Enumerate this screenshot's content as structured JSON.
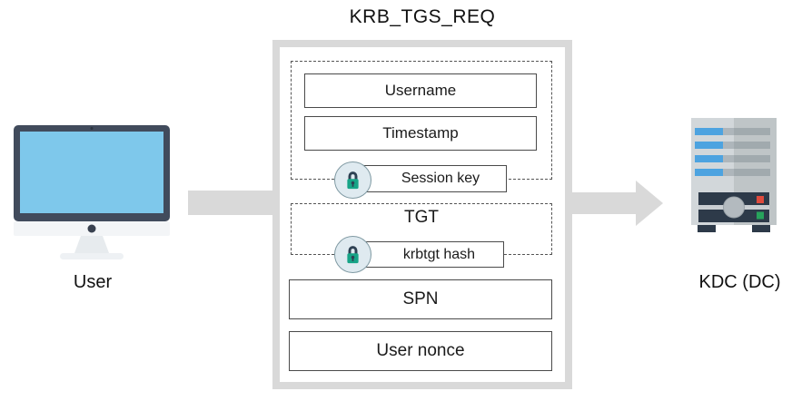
{
  "title": "KRB_TGS_REQ",
  "nodes": {
    "user": {
      "label": "User",
      "icon": "monitor-icon"
    },
    "kdc": {
      "label": "KDC (DC)",
      "icon": "server-icon"
    }
  },
  "message": {
    "encrypted_part_1": {
      "fields": {
        "username": "Username",
        "timestamp": "Timestamp"
      },
      "key": {
        "label": "Session key",
        "icon": "padlock-icon"
      }
    },
    "encrypted_part_2": {
      "label": "TGT",
      "key": {
        "label": "krbtgt hash",
        "icon": "padlock-icon"
      }
    },
    "plain_fields": {
      "spn": "SPN",
      "user_nonce": "User nonce"
    }
  },
  "colors": {
    "arrow": "#d9d9d9",
    "outer_box_border": "#d9d9d9",
    "inner_box_border": "#4a4a4a",
    "dashed_border": "#555555",
    "lock_body": "#17a487",
    "lock_shackle": "#2e4153",
    "lock_circle_bg": "#dfeaf0",
    "monitor_frame": "#414b5c",
    "monitor_screen": "#7ec8eb",
    "server_blue": "#4da3e0",
    "server_panel": "#2d3a49",
    "led_red": "#df4b3e",
    "led_green": "#27a35c"
  }
}
